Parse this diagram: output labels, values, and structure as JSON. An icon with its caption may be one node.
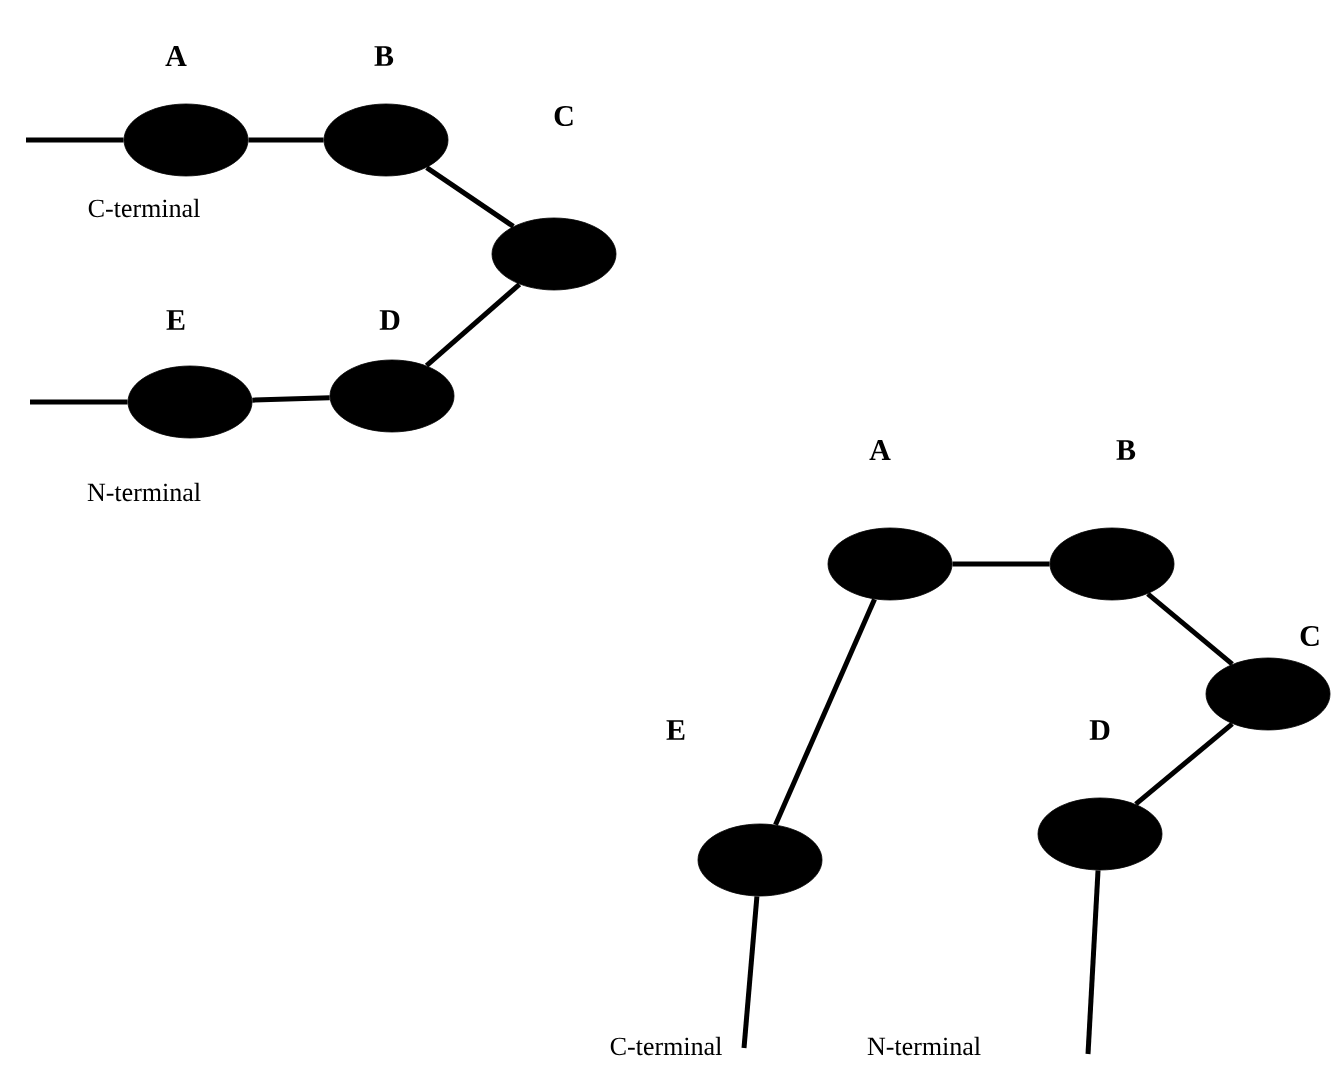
{
  "diagram": {
    "nodes": [
      {
        "text": [],
        "shape": "ellipse",
        "beside": [
          "A"
        ]
      },
      {
        "text": [],
        "shape": "ellipse",
        "beside": [
          "B"
        ]
      },
      {
        "text": [],
        "shape": "ellipse",
        "beside": [
          "C"
        ]
      },
      {
        "text": [],
        "shape": "ellipse",
        "beside": [
          "E"
        ]
      },
      {
        "text": [],
        "shape": "ellipse",
        "beside": [
          "D"
        ]
      },
      {
        "text": [],
        "shape": "ellipse",
        "beside": [
          "A"
        ]
      },
      {
        "text": [],
        "shape": "ellipse",
        "beside": [
          "B"
        ]
      },
      {
        "text": [],
        "shape": "ellipse",
        "beside": [
          "C"
        ]
      },
      {
        "text": [],
        "shape": "ellipse",
        "beside": [
          "E"
        ]
      },
      {
        "text": [],
        "shape": "ellipse",
        "beside": [
          "D"
        ]
      }
    ],
    "edges": [
      {
        "from": null,
        "to": 0,
        "arrow": "none"
      },
      {
        "from": 0,
        "to": 1,
        "arrow": "none"
      },
      {
        "from": 1,
        "to": 2,
        "arrow": "none"
      },
      {
        "from": 2,
        "to": 4,
        "arrow": "none"
      },
      {
        "from": 4,
        "to": 3,
        "arrow": "none"
      },
      {
        "from": null,
        "to": 3,
        "arrow": "none"
      },
      {
        "from": 5,
        "to": 6,
        "arrow": "none"
      },
      {
        "from": 6,
        "to": 7,
        "arrow": "none"
      },
      {
        "from": 7,
        "to": 9,
        "arrow": "none"
      },
      {
        "from": 5,
        "to": 8,
        "arrow": "none"
      },
      {
        "from": 8,
        "to": null,
        "arrow": "none"
      },
      {
        "from": 9,
        "to": null,
        "arrow": "none"
      }
    ],
    "labels": [
      "C-terminal",
      "N-terminal",
      "C-terminal",
      "N-terminal"
    ]
  }
}
